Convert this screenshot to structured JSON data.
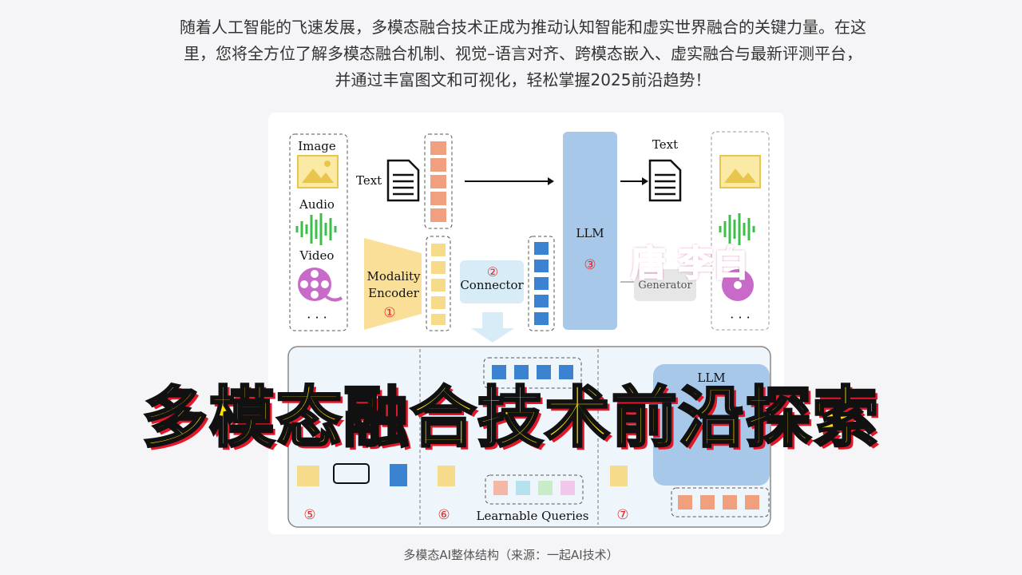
{
  "intro": {
    "line1": "随着人工智能的飞速发展，多模态融合技术正成为推动认知智能和虚实世界融合的关键力量。在这",
    "line2": "里，您将全方位了解多模态融合机制、视觉–语言对齐、跨模态嵌入、虚实融合与最新评测平台，",
    "line3": "并通过丰富图文和可视化，轻松掌握2025前沿趋势！"
  },
  "figure": {
    "inputs": {
      "image": "Image",
      "audio": "Audio",
      "video": "Video",
      "more": "· · ·"
    },
    "text_label": "Text",
    "encoder": {
      "line1": "Modality",
      "line2": "Encoder",
      "num": "①"
    },
    "connector": {
      "label": "Connector",
      "num": "②"
    },
    "llm": {
      "label": "LLM",
      "num": "③"
    },
    "output_text_label": "Text",
    "generator": "Generator",
    "bottom": {
      "num5": "⑤",
      "num6": "⑥",
      "num7": "⑦",
      "learnable_queries": "Learnable Queries",
      "llm_small": "LLM"
    },
    "colors": {
      "llm_blue": "#a8c8ea",
      "encoder_yellow": "#f9df98",
      "token_orange": "#f0a07e",
      "token_yellow": "#f6dc8a",
      "token_blue": "#3b82d0",
      "connector_bg": "#d8ecf8"
    }
  },
  "caption": "多模态AI整体结构（来源：一起AI技术）",
  "overlay_title": "多模态融合技术前沿探索",
  "watermark": "唐 李白"
}
